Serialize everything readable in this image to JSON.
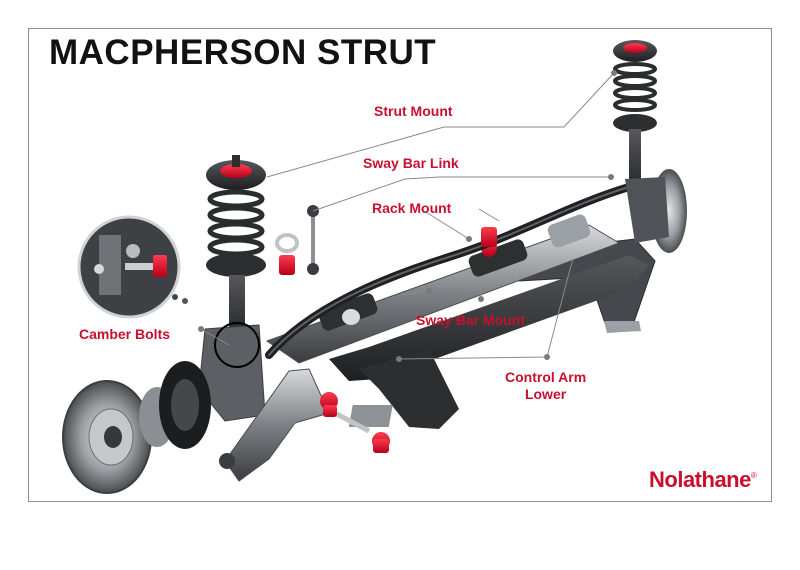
{
  "title": "MACPHERSON STRUT",
  "labels": {
    "strut_mount": "Strut Mount",
    "sway_bar_link": "Sway Bar Link",
    "rack_mount": "Rack Mount",
    "sway_bar_mount": "Sway Bar Mount",
    "camber_bolts": "Camber Bolts",
    "control_arm_line1": "Control Arm",
    "control_arm_line2": "Lower"
  },
  "brand": {
    "name": "Nolathane",
    "mark": "®"
  },
  "colors": {
    "label_red": "#c8102e",
    "bushing_red": "#e0001b",
    "leader_gray": "#8a8a8a",
    "metal_dark": "#2f3133",
    "metal_mid": "#6b6e72",
    "metal_light": "#b9bcc0"
  }
}
